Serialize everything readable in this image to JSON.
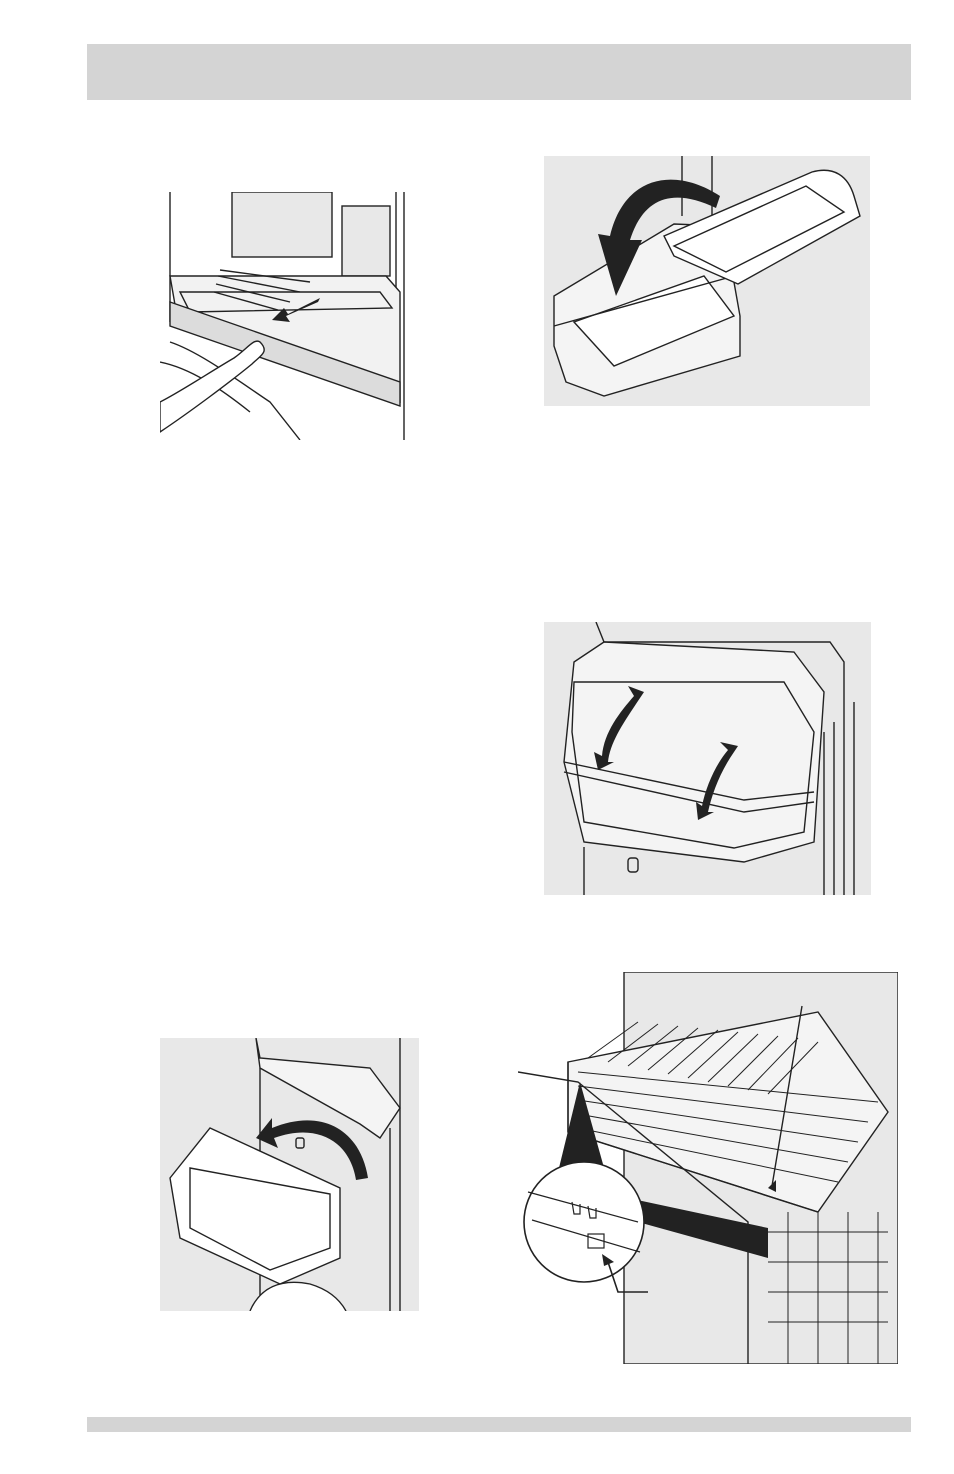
{
  "page": {
    "header": {
      "text": ""
    },
    "footer": {
      "text": ""
    }
  },
  "illustrations": [
    {
      "id": "crisper-pull-out",
      "icon": "shelf-pull-arrow-icon"
    },
    {
      "id": "tray-lid-close",
      "icon": "curved-down-arrow-icon"
    },
    {
      "id": "dairy-door-open",
      "icon": "double-curved-arrow-icon"
    },
    {
      "id": "door-bin-lift-out",
      "icon": "curved-left-arrow-icon"
    },
    {
      "id": "freezer-basket-removal",
      "icon": "detail-callout-icon"
    }
  ],
  "colors": {
    "header_bar": "#d4d4d4",
    "illus_bg": "#e8e8e8",
    "line": "#222222"
  }
}
